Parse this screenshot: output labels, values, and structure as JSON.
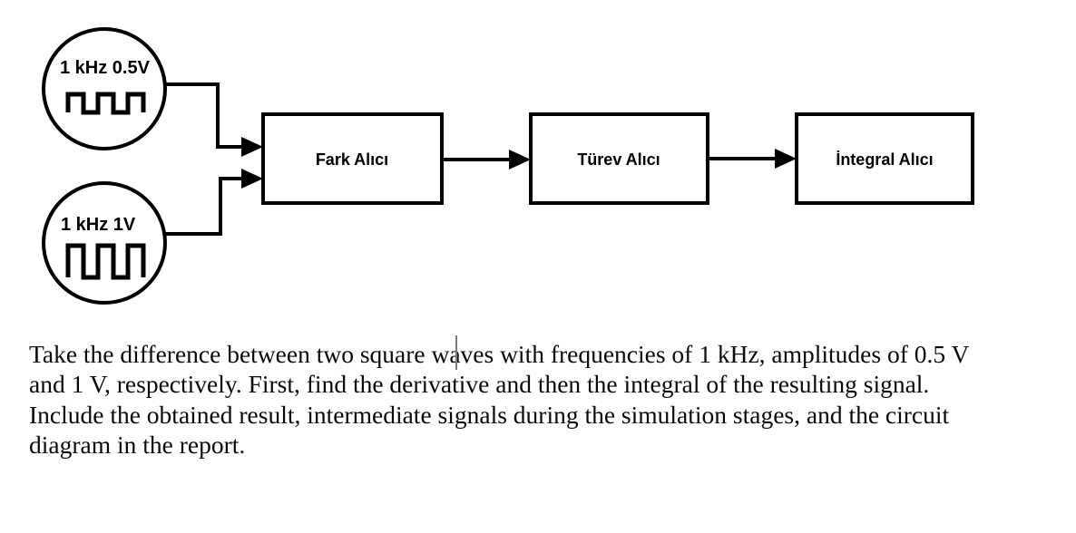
{
  "page": {
    "background_color": "#ffffff",
    "stroke_color": "#000000"
  },
  "diagram": {
    "sources": [
      {
        "label": "1 kHz 0.5V",
        "symbol": "square-wave",
        "amplitude_scale": "small"
      },
      {
        "label": "1 kHz 1V",
        "symbol": "square-wave",
        "amplitude_scale": "large"
      }
    ],
    "blocks": [
      {
        "label": "Fark Alıcı"
      },
      {
        "label": "Türev Alıcı"
      },
      {
        "label": "İntegral Alıcı"
      }
    ],
    "connections": [
      {
        "from": "source-1khz-05v",
        "to": "block-fark-alici"
      },
      {
        "from": "source-1khz-1v",
        "to": "block-fark-alici"
      },
      {
        "from": "block-fark-alici",
        "to": "block-turev-alici"
      },
      {
        "from": "block-turev-alici",
        "to": "block-integral-alici"
      }
    ]
  },
  "paragraph": {
    "lines": [
      "Take the difference between two square waves with frequencies of 1 kHz, amplitudes of 0.5 V",
      "and 1 V, respectively. First, find the derivative and then the integral of the resulting signal.",
      "Include the obtained result, intermediate signals during the simulation stages, and the circuit",
      "diagram in the report."
    ]
  }
}
